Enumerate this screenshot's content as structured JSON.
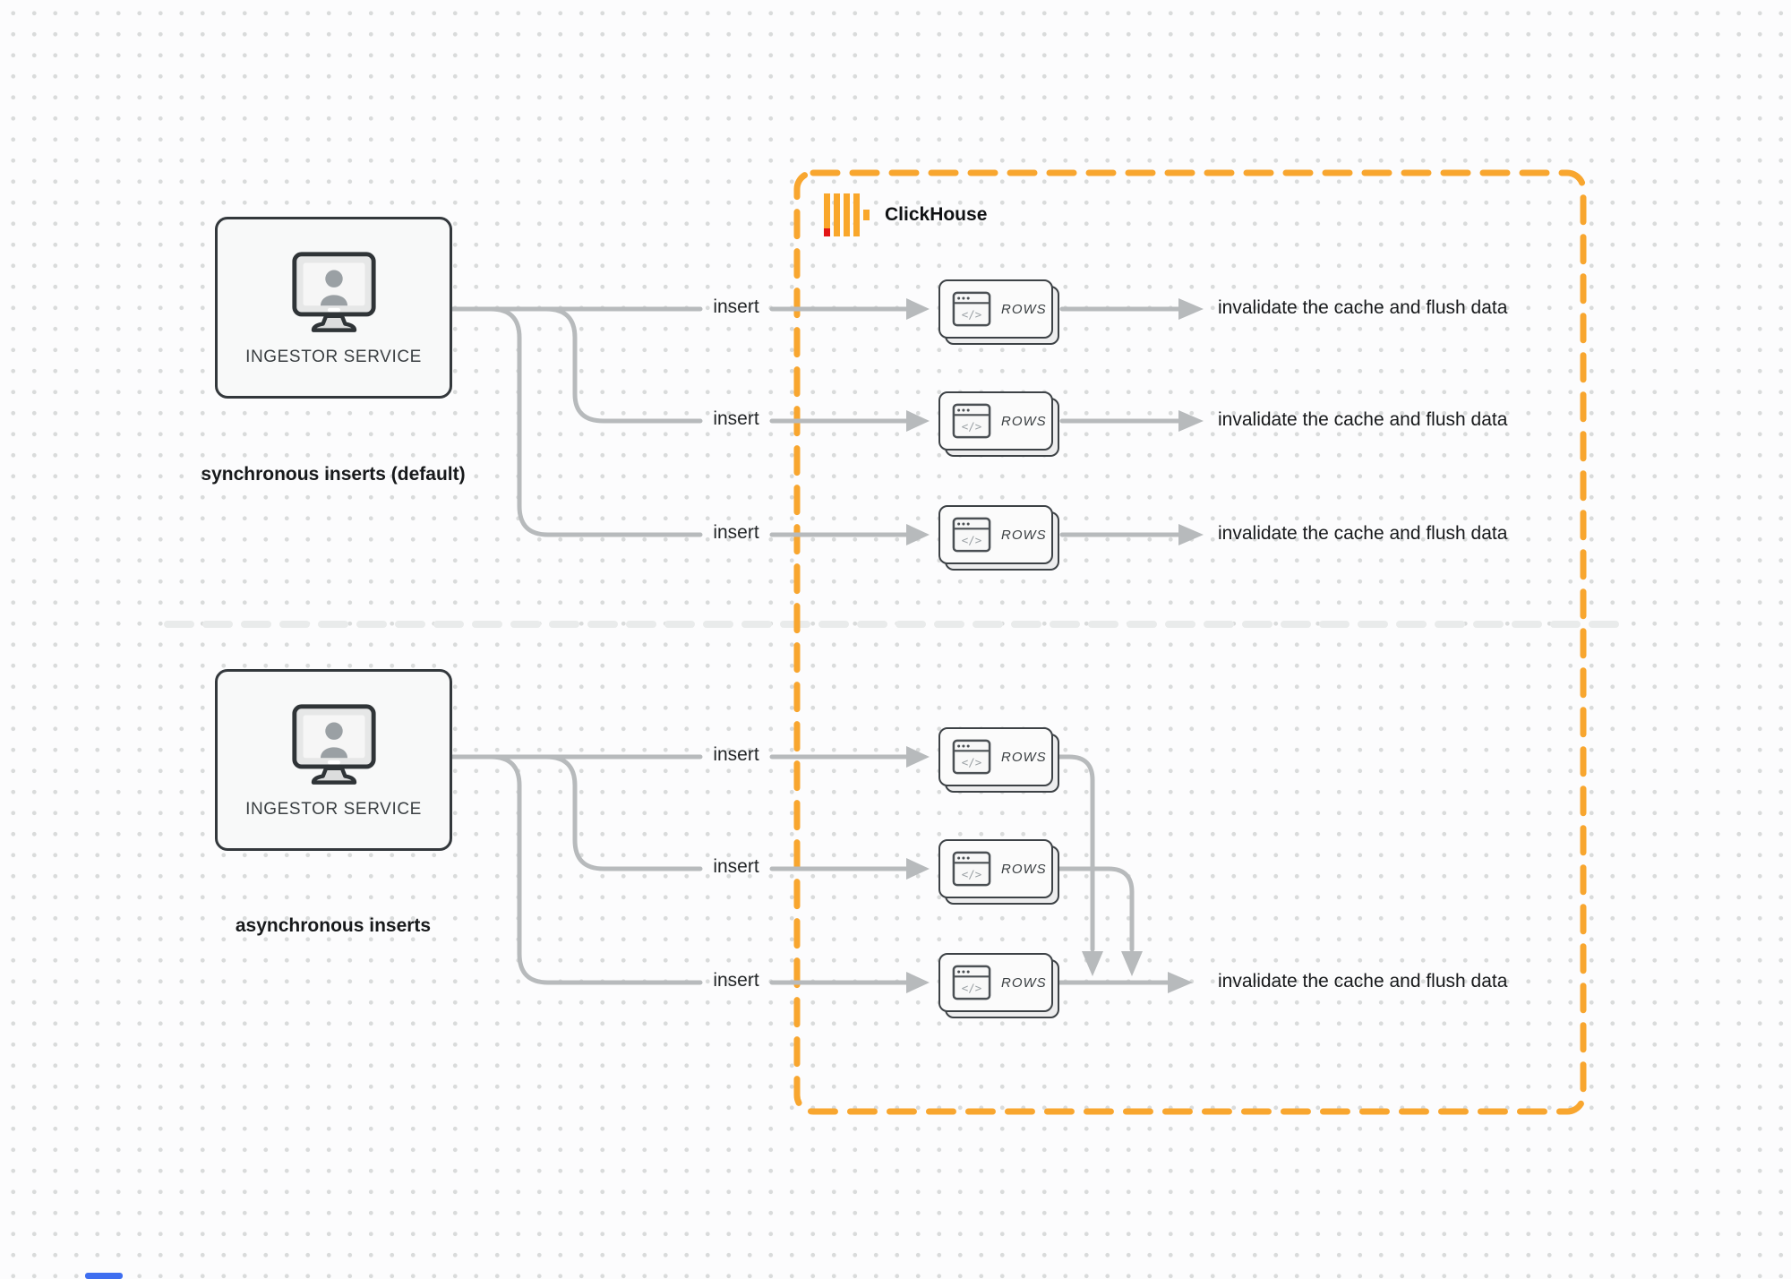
{
  "clickhouse": {
    "label": "ClickHouse",
    "logo_icon": "clickhouse-bars-icon",
    "border_color": "#F8A62F",
    "logo_yellow": "#F9A72B",
    "logo_red": "#E31616"
  },
  "icons": {
    "code_glyph": "</>",
    "monitor_user_icon": "monitor-user-icon",
    "rows_window_icon": "code-window-icon"
  },
  "colors": {
    "connector": "#b7babc",
    "divider": "#e9ebeb",
    "card_border": "#3d4246",
    "text": "#17191b"
  },
  "sync": {
    "caption": "synchronous inserts (default)",
    "service_label": "INGESTOR SERVICE",
    "insert_labels": [
      "insert",
      "insert",
      "insert"
    ],
    "rows_labels": [
      "ROWS",
      "ROWS",
      "ROWS"
    ],
    "result_labels": [
      "invalidate the cache and flush data",
      "invalidate the cache and flush data",
      "invalidate the cache and flush data"
    ]
  },
  "async": {
    "caption": "asynchronous inserts",
    "service_label": "INGESTOR SERVICE",
    "insert_labels": [
      "insert",
      "insert",
      "insert"
    ],
    "rows_labels": [
      "ROWS",
      "ROWS",
      "ROWS"
    ],
    "result_label": "invalidate the cache and flush data"
  }
}
